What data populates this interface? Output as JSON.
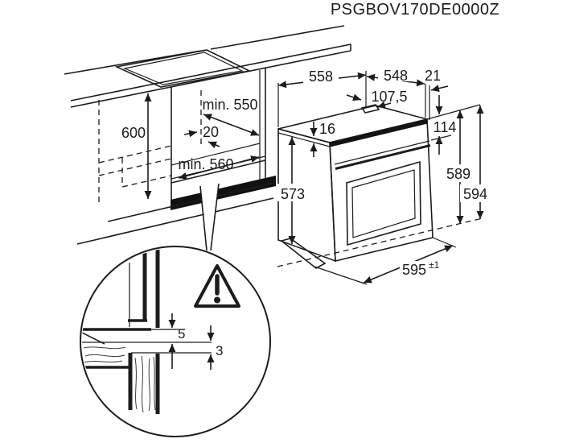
{
  "title": "PSGBOV170DE0000Z",
  "cabinet": {
    "height": "600",
    "depth_min": "min. 550",
    "rear_gap": "20",
    "width_min": "min. 560"
  },
  "oven": {
    "depth": "558",
    "top_width": "548",
    "overhang": "21",
    "vent_offset": "107,5",
    "top_edge": "16",
    "panel_height": "114",
    "side_height": "573",
    "rear_height": "589",
    "front_height": "594",
    "front_width": "595",
    "front_width_tolerance": "±1"
  },
  "detail": {
    "top_gap": "5",
    "bottom_gap": "3"
  }
}
